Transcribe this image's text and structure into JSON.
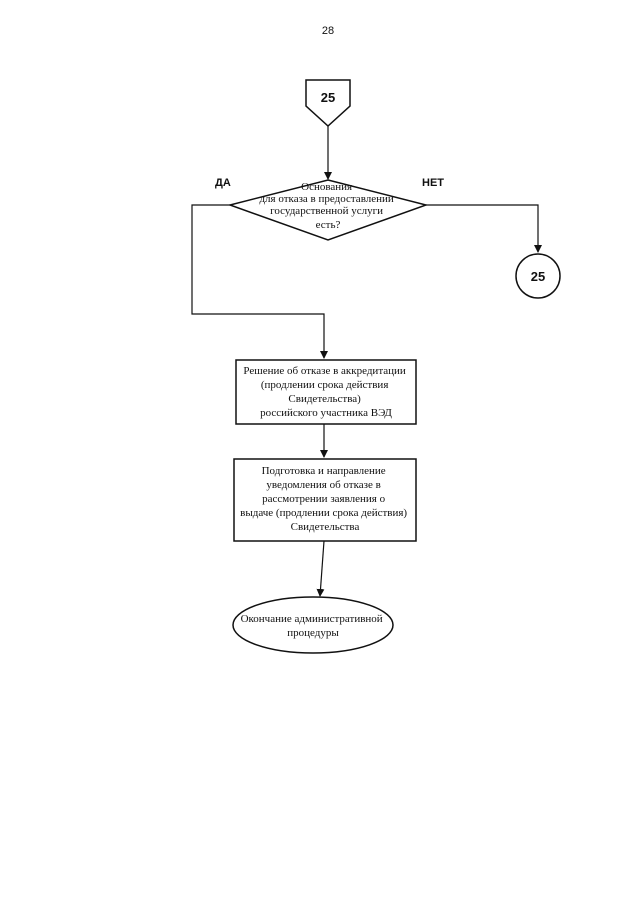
{
  "page_number": "28",
  "connector_in": {
    "label": "25"
  },
  "decision": {
    "lines": [
      "Основания",
      "для отказа в предоставлении",
      "государственной услуги",
      "есть?"
    ],
    "yes_label": "ДА",
    "no_label": "НЕТ"
  },
  "connector_out": {
    "label": "25"
  },
  "box_decision": {
    "lines": [
      "Решение об отказе в аккредитации",
      "(продлении срока действия",
      "Свидетельства)",
      "российского участника ВЭД"
    ]
  },
  "box_notice": {
    "lines": [
      "Подготовка и направление",
      "уведомления об отказе в",
      "рассмотрении   заявления о",
      "выдаче (продлении срока действия)",
      "Свидетельства"
    ]
  },
  "end_node": {
    "lines": [
      "Окончание административной",
      "процедуры"
    ]
  }
}
